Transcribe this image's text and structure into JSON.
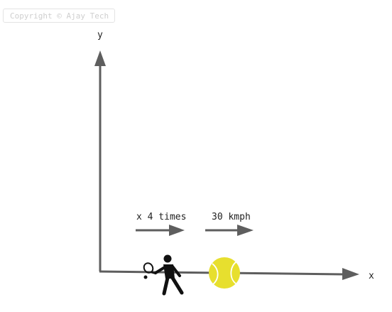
{
  "watermark": "Copyright © Ajay Tech",
  "axes": {
    "y_label": "y",
    "x_label": "x"
  },
  "labels": {
    "player_speed": "x 4 times",
    "ball_speed": "30 kmph"
  },
  "icons": {
    "player": "tennis-player-icon",
    "ball": "tennis-ball-icon"
  },
  "colors": {
    "axis": "#5e5e5e",
    "ball": "#e7df2e",
    "ball_seam": "#ffffff",
    "player": "#111111"
  }
}
